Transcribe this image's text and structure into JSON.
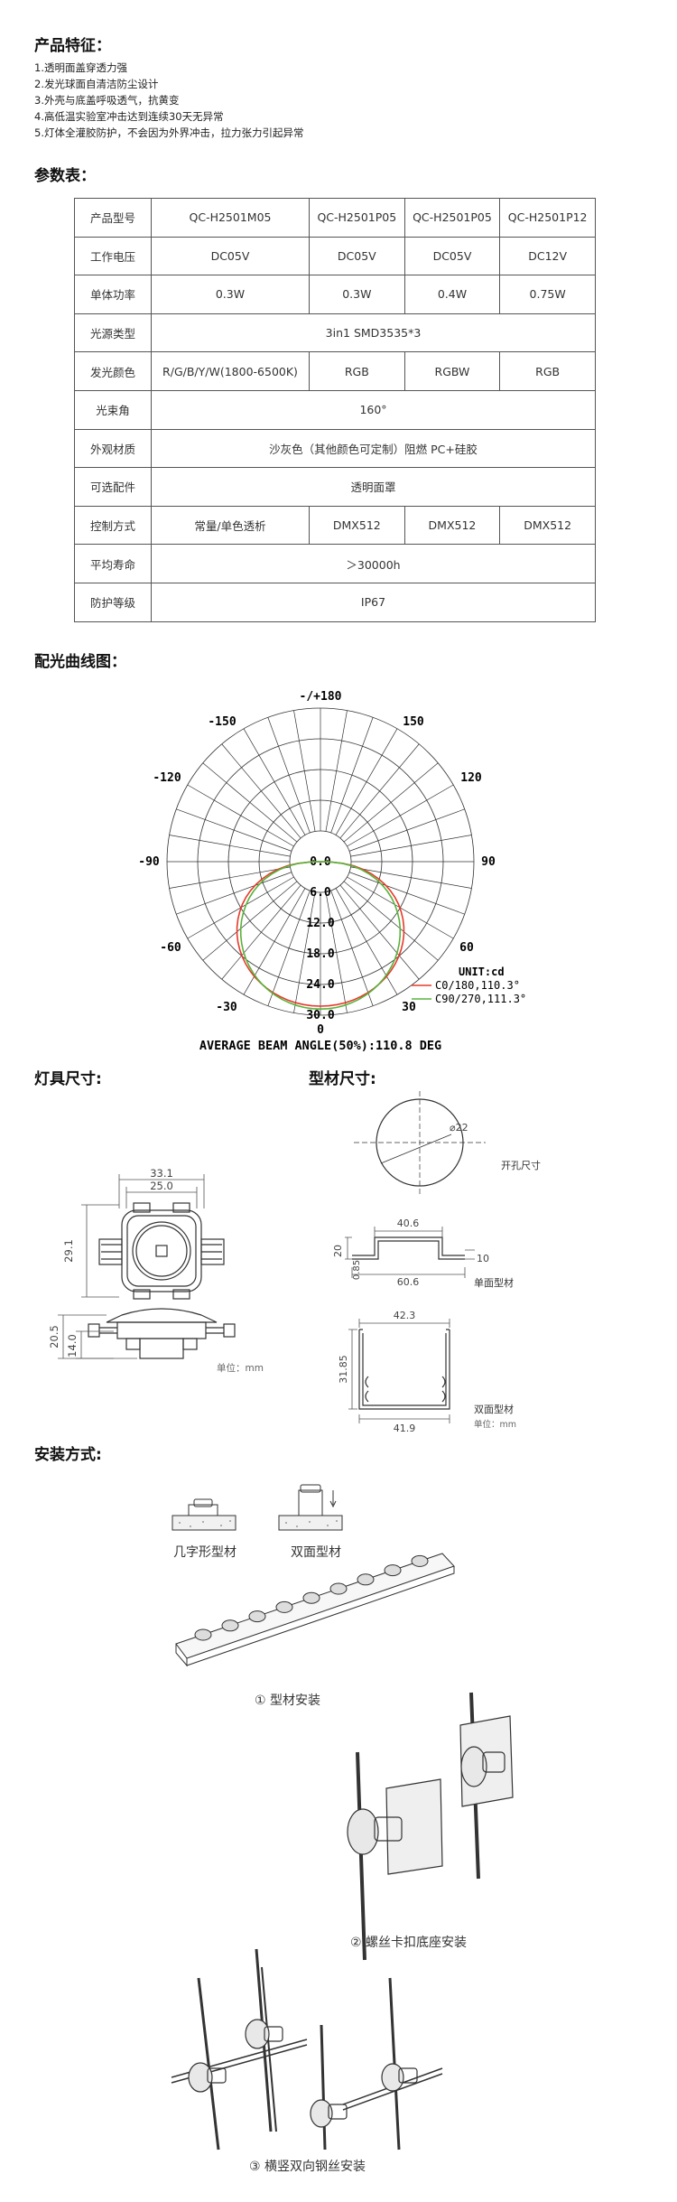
{
  "features": {
    "title": "产品特征：",
    "items": [
      "1.透明面盖穿透力强",
      "2.发光球面自清洁防尘设计",
      "3.外壳与底盖呼吸透气，抗黄变",
      "4.高低温实验室冲击达到连续30天无异常",
      "5.灯体全灌胶防护，不会因为外界冲击，拉力张力引起异常"
    ]
  },
  "params": {
    "title": "参数表：",
    "model_label": "产品型号",
    "models": [
      "QC-H2501M05",
      "QC-H2501P05",
      "QC-H2501P05",
      "QC-H2501P12"
    ],
    "voltage_label": "工作电压",
    "voltages": [
      "DC05V",
      "DC05V",
      "DC05V",
      "DC12V"
    ],
    "power_label": "单体功率",
    "powers": [
      "0.3W",
      "0.3W",
      "0.4W",
      "0.75W"
    ],
    "source_label": "光源类型",
    "source": "3in1 SMD3535*3",
    "color_label": "发光颜色",
    "colors": [
      "R/G/B/Y/W(1800-6500K)",
      "RGB",
      "RGBW",
      "RGB"
    ],
    "angle_label": "光束角",
    "angle": "160°",
    "material_label": "外观材质",
    "material": "沙灰色（其他颜色可定制）阻燃 PC+硅胶",
    "accessory_label": "可选配件",
    "accessory": "透明面罩",
    "control_label": "控制方式",
    "controls": [
      "常量/单色透析",
      "DMX512",
      "DMX512",
      "DMX512"
    ],
    "life_label": "平均寿命",
    "life": "＞30000h",
    "ip_label": "防护等级",
    "ip": "IP67"
  },
  "curve": {
    "title": "配光曲线图：",
    "angles": [
      "-/+180",
      "-150",
      "150",
      "-120",
      "120",
      "-90",
      "90",
      "-60",
      "60",
      "-30",
      "30",
      "0"
    ],
    "radial": [
      "0.0",
      "6.0",
      "12.0",
      "18.0",
      "24.0",
      "30.0"
    ],
    "unit": "UNIT:cd",
    "legend": [
      "C0/180,110.3°",
      "C90/270,111.3°"
    ],
    "colors": {
      "c0": "#e53a2a",
      "c90": "#59b33c"
    },
    "beam": "AVERAGE BEAM ANGLE(50%):110.8 DEG"
  },
  "dims": {
    "lamp_title": "灯具尺寸:",
    "profile_title": "型材尺寸:",
    "w1": "33.1",
    "w2": "25.0",
    "h1": "29.1",
    "h2": "20.5",
    "h3": "14.0",
    "unit": "单位：mm",
    "hole_dia": "⌀22",
    "hole_label": "开孔尺寸",
    "p1_top": "40.6",
    "p1_h": "20",
    "p1_in": "0.85",
    "p1_flange": "10",
    "p1_bottom": "60.6",
    "p1_label": "单面型材",
    "p2_top": "42.3",
    "p2_h": "31.85",
    "p2_bottom": "41.9",
    "p2_label": "双面型材",
    "p2_unit": "单位：mm"
  },
  "install": {
    "title": "安装方式:",
    "a_label": "几字形型材",
    "b_label": "双面型材",
    "step1": "① 型材安装",
    "step2": "② 螺丝卡扣底座安装",
    "step3": "③ 横竖双向钢丝安装"
  }
}
